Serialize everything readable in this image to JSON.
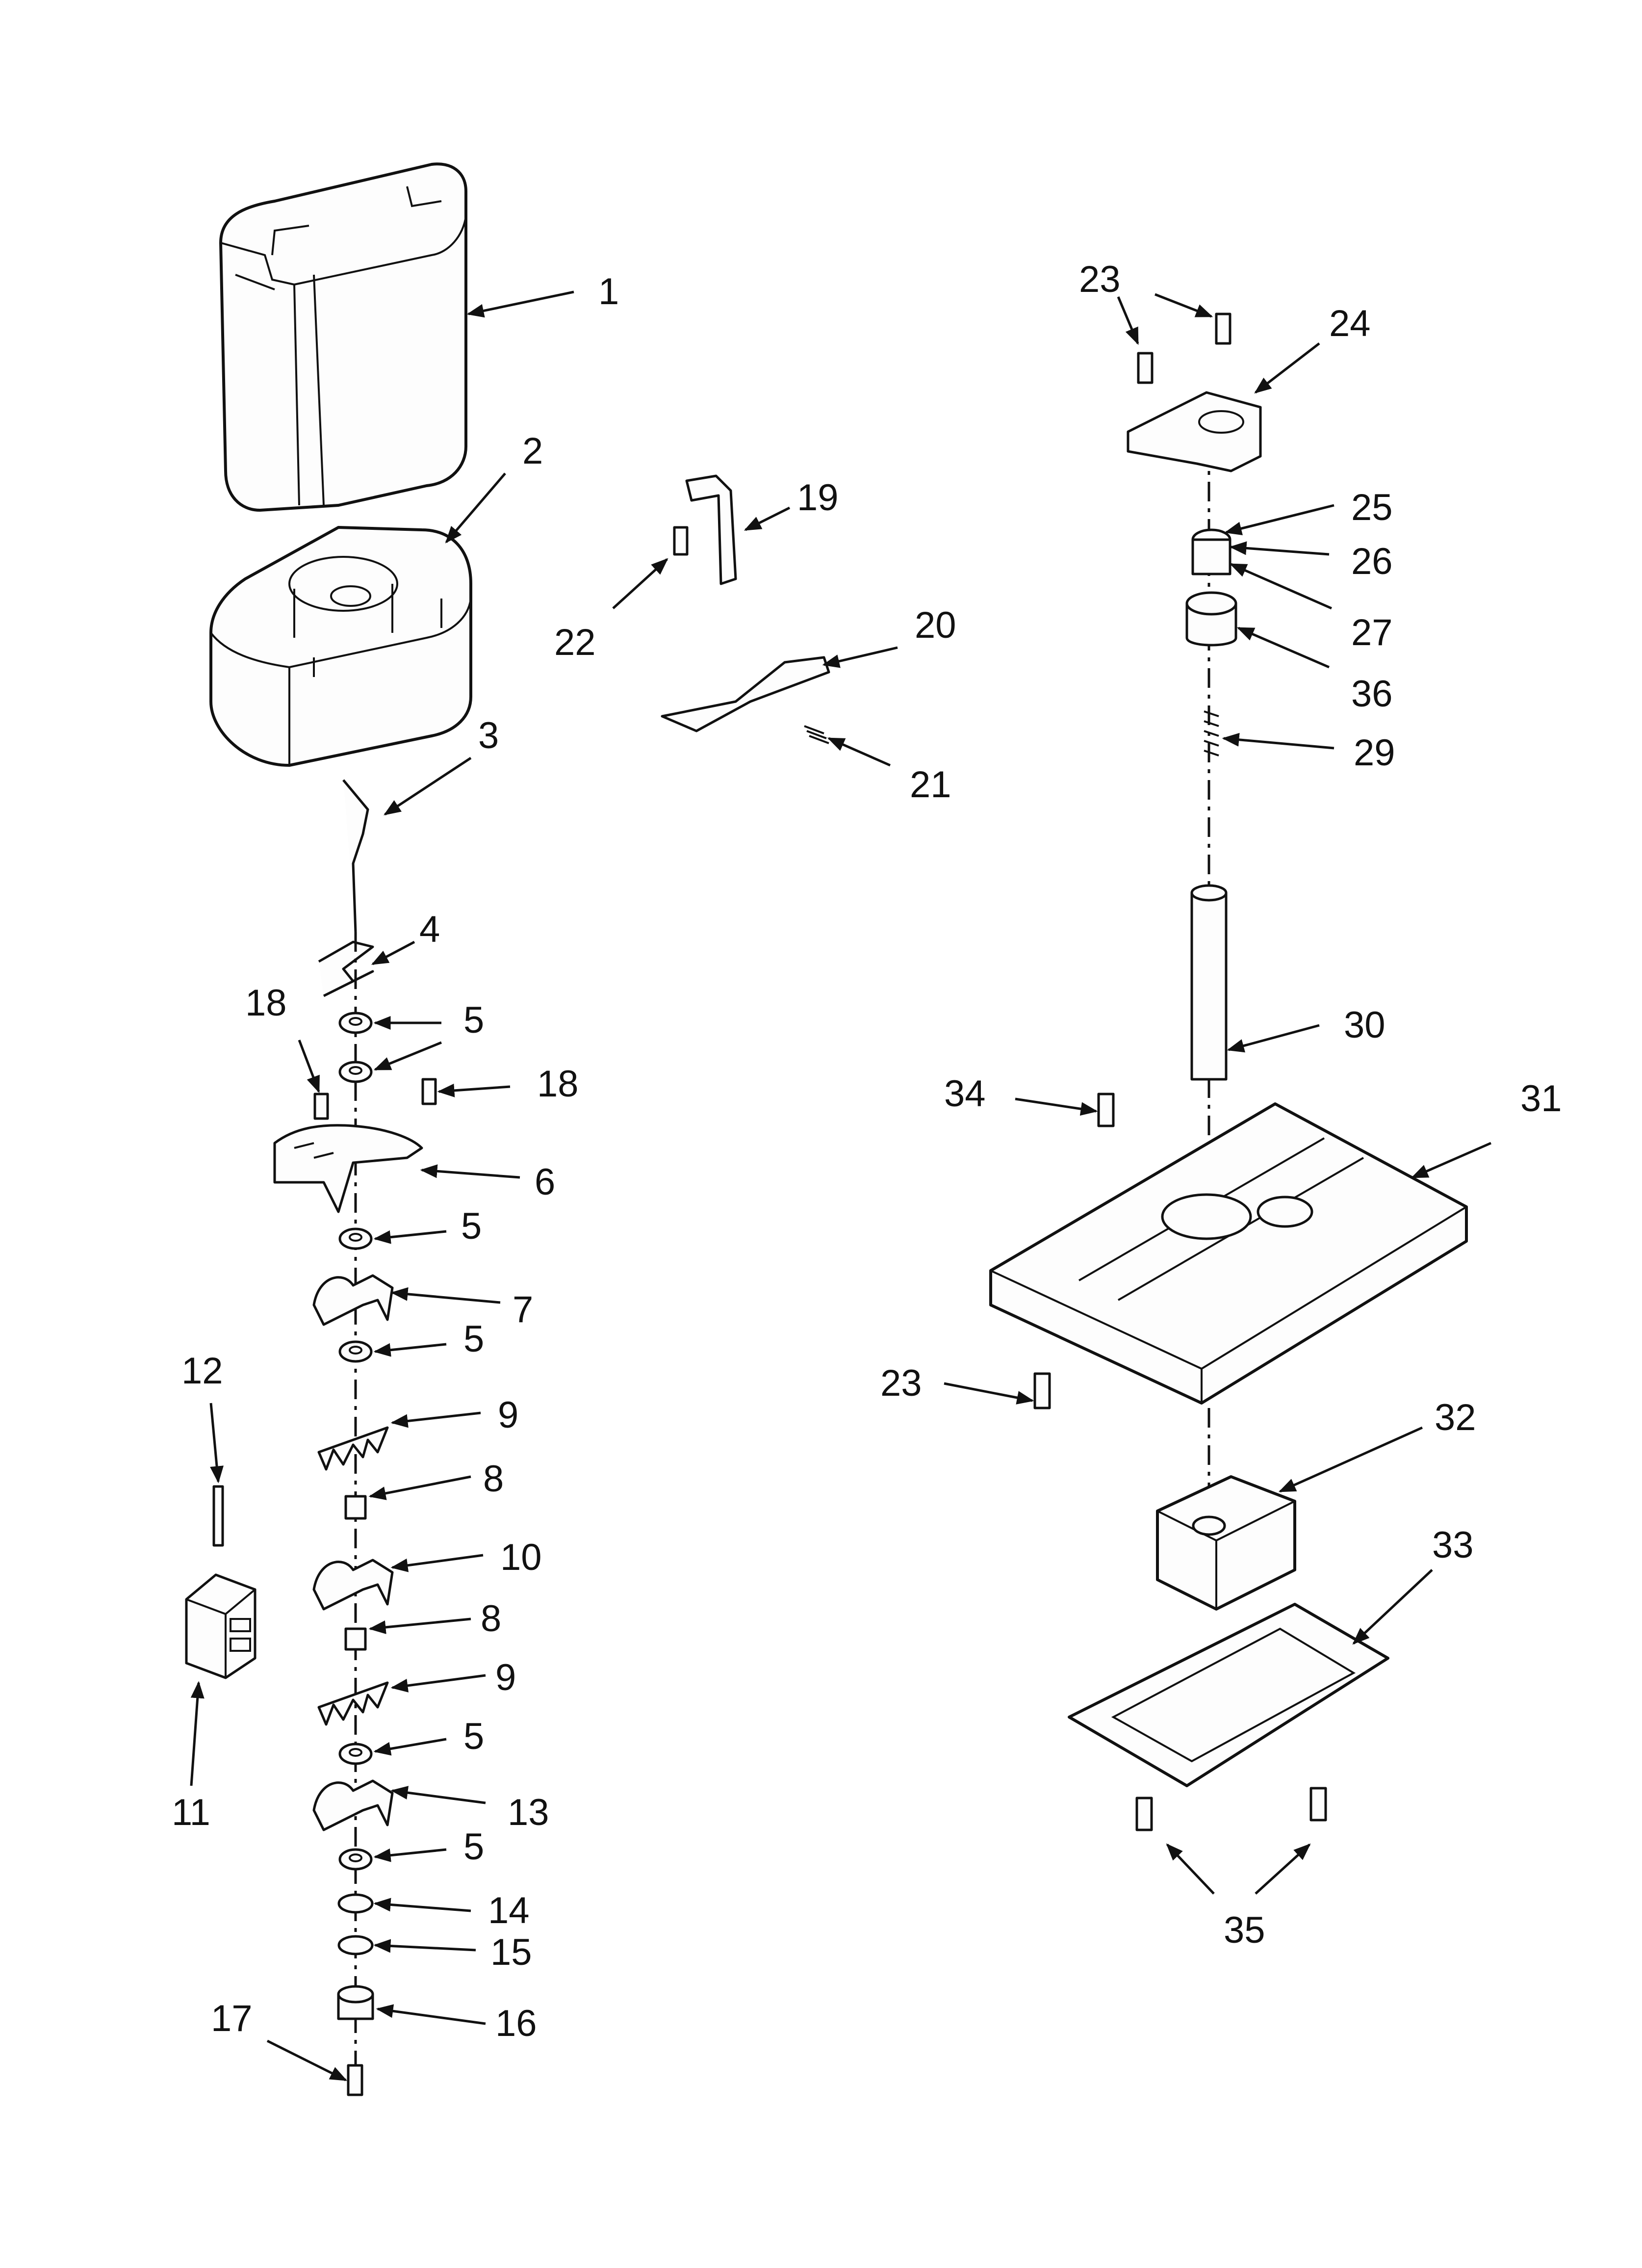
{
  "callouts": [
    {
      "id": "1",
      "text": "1"
    },
    {
      "id": "2",
      "text": "2"
    },
    {
      "id": "3",
      "text": "3"
    },
    {
      "id": "4",
      "text": "4"
    },
    {
      "id": "5a",
      "text": "5"
    },
    {
      "id": "5b",
      "text": "5"
    },
    {
      "id": "5c",
      "text": "5"
    },
    {
      "id": "5d",
      "text": "5"
    },
    {
      "id": "5e",
      "text": "5"
    },
    {
      "id": "5f",
      "text": "5"
    },
    {
      "id": "6",
      "text": "6"
    },
    {
      "id": "7",
      "text": "7"
    },
    {
      "id": "8a",
      "text": "8"
    },
    {
      "id": "8b",
      "text": "8"
    },
    {
      "id": "9a",
      "text": "9"
    },
    {
      "id": "9b",
      "text": "9"
    },
    {
      "id": "10",
      "text": "10"
    },
    {
      "id": "11",
      "text": "11"
    },
    {
      "id": "12",
      "text": "12"
    },
    {
      "id": "13",
      "text": "13"
    },
    {
      "id": "14",
      "text": "14"
    },
    {
      "id": "15",
      "text": "15"
    },
    {
      "id": "16",
      "text": "16"
    },
    {
      "id": "17",
      "text": "17"
    },
    {
      "id": "18a",
      "text": "18"
    },
    {
      "id": "18b",
      "text": "18"
    },
    {
      "id": "19",
      "text": "19"
    },
    {
      "id": "20",
      "text": "20"
    },
    {
      "id": "21",
      "text": "21"
    },
    {
      "id": "22",
      "text": "22"
    },
    {
      "id": "23a",
      "text": "23"
    },
    {
      "id": "23b",
      "text": "23"
    },
    {
      "id": "24",
      "text": "24"
    },
    {
      "id": "25",
      "text": "25"
    },
    {
      "id": "26",
      "text": "26"
    },
    {
      "id": "27",
      "text": "27"
    },
    {
      "id": "29",
      "text": "29"
    },
    {
      "id": "30",
      "text": "30"
    },
    {
      "id": "31",
      "text": "31"
    },
    {
      "id": "32",
      "text": "32"
    },
    {
      "id": "33",
      "text": "33"
    },
    {
      "id": "34",
      "text": "34"
    },
    {
      "id": "35",
      "text": "35"
    },
    {
      "id": "36",
      "text": "36"
    }
  ]
}
